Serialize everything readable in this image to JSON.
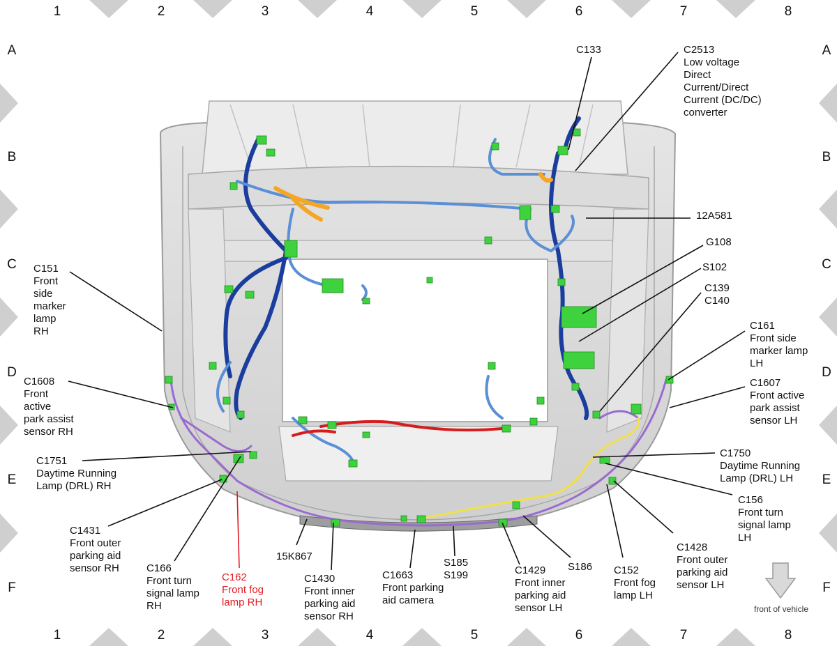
{
  "grid": {
    "columns": [
      "1",
      "2",
      "3",
      "4",
      "5",
      "6",
      "7",
      "8"
    ],
    "rows": [
      "A",
      "B",
      "C",
      "D",
      "E",
      "F"
    ]
  },
  "colors": {
    "harness_dark": "#1a3d9e",
    "harness_light": "#5b8fd6",
    "harness_orange": "#f5a623",
    "harness_red": "#d61c1c",
    "harness_purple": "#9a6ad1",
    "harness_yellow": "#f1e04a",
    "connector_green": "#3ed23e",
    "highlight_red": "#e31b23"
  },
  "labels": {
    "c133": [
      "C133"
    ],
    "c2513": [
      "C2513",
      "Low voltage",
      "Direct",
      "Current/Direct",
      "Current (DC/DC)",
      "converter"
    ],
    "h12a581": [
      "12A581"
    ],
    "g108": [
      "G108"
    ],
    "s102": [
      "S102"
    ],
    "c139": [
      "C139",
      "C140"
    ],
    "c161": [
      "C161",
      "Front side",
      "marker lamp",
      "LH"
    ],
    "c1607": [
      "C1607",
      "Front active",
      "park assist",
      "sensor LH"
    ],
    "c1750": [
      "C1750",
      "Daytime Running",
      "Lamp (DRL) LH"
    ],
    "c156": [
      "C156",
      "Front turn",
      "signal lamp",
      "LH"
    ],
    "c1428": [
      "C1428",
      "Front outer",
      "parking aid",
      "sensor LH"
    ],
    "c152": [
      "C152",
      "Front fog",
      "lamp LH"
    ],
    "s186": [
      "S186"
    ],
    "c1429": [
      "C1429",
      "Front inner",
      "parking aid",
      "sensor LH"
    ],
    "s185": [
      "S185",
      "S199"
    ],
    "c1663": [
      "C1663",
      "Front parking",
      "aid camera"
    ],
    "c1430": [
      "C1430",
      "Front inner",
      "parking aid",
      "sensor RH"
    ],
    "h15k867": [
      "15K867"
    ],
    "c162": [
      "C162",
      "Front fog",
      "lamp RH"
    ],
    "c166": [
      "C166",
      "Front turn",
      "signal lamp",
      "RH"
    ],
    "c1431": [
      "C1431",
      "Front outer",
      "parking aid",
      "sensor RH"
    ],
    "c1751": [
      "C1751",
      "Daytime Running",
      "Lamp (DRL) RH"
    ],
    "c1608": [
      "C1608",
      "Front",
      "active",
      "park assist",
      "sensor RH"
    ],
    "c151": [
      "C151",
      "Front",
      "side",
      "marker",
      "lamp",
      "RH"
    ]
  },
  "orientation": {
    "text": "front of vehicle",
    "icon": "arrow-down-icon"
  }
}
